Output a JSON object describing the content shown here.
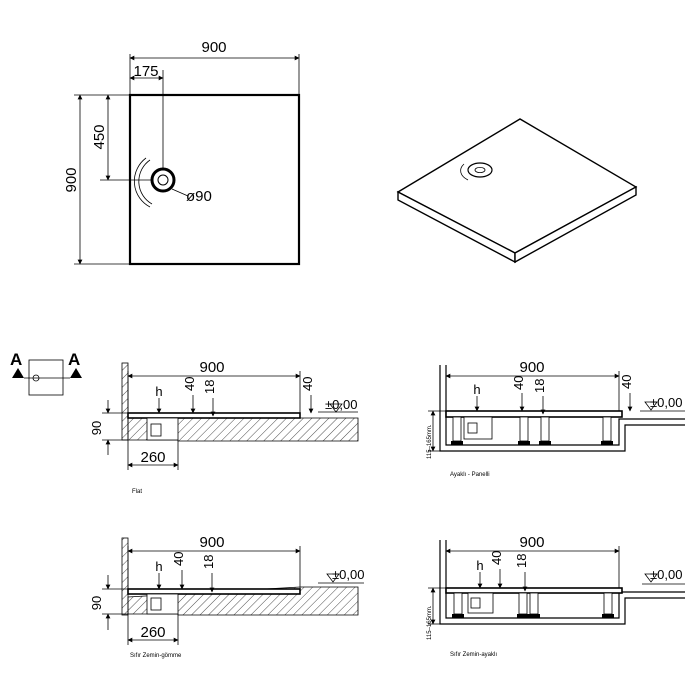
{
  "top_view": {
    "width": "900",
    "height": "900",
    "offset_x": "175",
    "offset_y": "450",
    "drain": "ø90"
  },
  "section_marker": {
    "letter": "A"
  },
  "sections": [
    {
      "overall": "900",
      "h": "h",
      "d40": "40",
      "d18": "18",
      "edge40": "40",
      "level": "±0,00",
      "depth": "90",
      "drain_dist": "260",
      "caption": "Flat"
    },
    {
      "overall": "900",
      "h": "h",
      "d40": "40",
      "d18": "18",
      "edge40": "40",
      "level": "±0,00",
      "height_range": "115–165mm.",
      "caption": "Ayaklı - Panelli"
    },
    {
      "overall": "900",
      "h": "h",
      "d40": "40",
      "d18": "18",
      "level": "±0,00",
      "depth": "90",
      "drain_dist": "260",
      "caption": "Sıfır Zemin-gömme"
    },
    {
      "overall": "900",
      "h": "h",
      "d40": "40",
      "d18": "18",
      "level": "±0,00",
      "height_range": "115–165mm.",
      "caption": "Sıfır Zemin-ayaklı"
    }
  ]
}
